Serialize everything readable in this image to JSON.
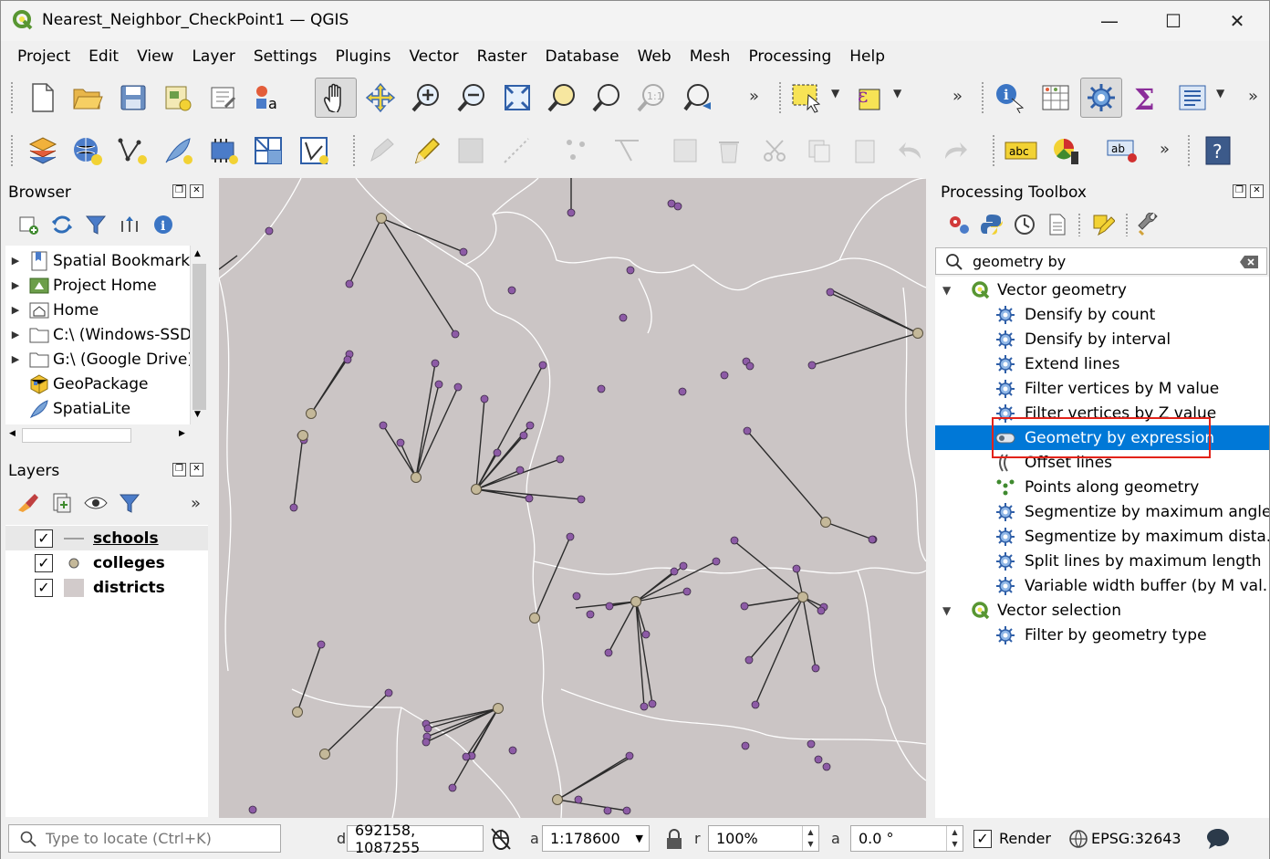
{
  "window": {
    "title": "Nearest_Neighbor_CheckPoint1 — QGIS",
    "minimize": "—",
    "maximize": "☐",
    "close": "✕"
  },
  "menu": [
    "Project",
    "Edit",
    "View",
    "Layer",
    "Settings",
    "Plugins",
    "Vector",
    "Raster",
    "Database",
    "Web",
    "Mesh",
    "Processing",
    "Help"
  ],
  "toolbar": {
    "overflow": "»"
  },
  "browser": {
    "title": "Browser",
    "items": [
      {
        "label": "Spatial Bookmarks",
        "icon": "bookmark-icon"
      },
      {
        "label": "Project Home",
        "icon": "project-home-icon"
      },
      {
        "label": "Home",
        "icon": "home-icon"
      },
      {
        "label": "C:\\ (Windows-SSD)",
        "icon": "drive-icon"
      },
      {
        "label": "G:\\ (Google Drive)",
        "icon": "drive-icon"
      },
      {
        "label": "GeoPackage",
        "icon": "geopackage-icon"
      },
      {
        "label": "SpatiaLite",
        "icon": "spatialite-icon"
      }
    ]
  },
  "layers": {
    "title": "Layers",
    "items": [
      {
        "label": "schools",
        "checked": "✓"
      },
      {
        "label": "colleges",
        "checked": "✓"
      },
      {
        "label": "districts",
        "checked": "✓"
      }
    ]
  },
  "toolbox": {
    "title": "Processing Toolbox",
    "search_value": "geometry by",
    "groups": [
      {
        "label": "Vector geometry",
        "tools": [
          "Densify by count",
          "Densify by interval",
          "Extend lines",
          "Filter vertices by M value",
          "Filter vertices by Z value",
          "Geometry by expression",
          "Offset lines",
          "Points along geometry",
          "Segmentize by maximum angle",
          "Segmentize by maximum dista...",
          "Split lines by maximum length",
          "Variable width buffer (by M val..."
        ]
      },
      {
        "label": "Vector selection",
        "tools": [
          "Filter by geometry type"
        ]
      }
    ],
    "selected": "Geometry by expression"
  },
  "status": {
    "locator_placeholder": "Type to locate (Ctrl+K)",
    "coord_label": "d",
    "coordinate": "692158, 1087255",
    "scale_label": "a",
    "scale": "1:178600",
    "magnifier_label": "r",
    "magnifier": "100%",
    "rotation_label": "a",
    "rotation": "0.0 °",
    "render_label": "Render",
    "render_checked": "✓",
    "crs": "EPSG:32643"
  },
  "colors": {
    "selection": "#0078d7",
    "highlight_box": "#e2231a",
    "map_background": "#cbc5c5",
    "school_point": "#8d5ba6",
    "college_point": "#c4b899"
  }
}
